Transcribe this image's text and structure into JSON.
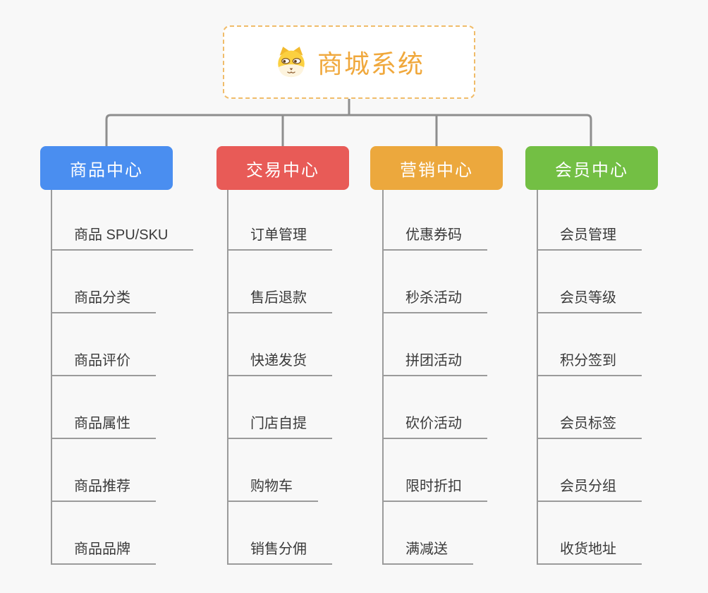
{
  "root": {
    "title": "商城系统",
    "icon": "shiba-dog-icon"
  },
  "colors": {
    "background": "#F8F8F8",
    "root_text": "#F0A83C",
    "root_border": "#F0BC6A",
    "connector": "#8E8E8E",
    "subline": "#9B9B9B",
    "item_text": "#3A3A3A",
    "branch_blue": "#4A8EF0",
    "branch_red": "#E85B57",
    "branch_amber": "#ECA83D",
    "branch_green": "#73BF44"
  },
  "branches": [
    {
      "label": "商品中心",
      "color": "#4A8EF0",
      "items": [
        "商品 SPU/SKU",
        "商品分类",
        "商品评价",
        "商品属性",
        "商品推荐",
        "商品品牌"
      ]
    },
    {
      "label": "交易中心",
      "color": "#E85B57",
      "items": [
        "订单管理",
        "售后退款",
        "快递发货",
        "门店自提",
        "购物车",
        "销售分佣"
      ]
    },
    {
      "label": "营销中心",
      "color": "#ECA83D",
      "items": [
        "优惠券码",
        "秒杀活动",
        "拼团活动",
        "砍价活动",
        "限时折扣",
        "满减送"
      ]
    },
    {
      "label": "会员中心",
      "color": "#73BF44",
      "items": [
        "会员管理",
        "会员等级",
        "积分签到",
        "会员标签",
        "会员分组",
        "收货地址"
      ]
    }
  ]
}
